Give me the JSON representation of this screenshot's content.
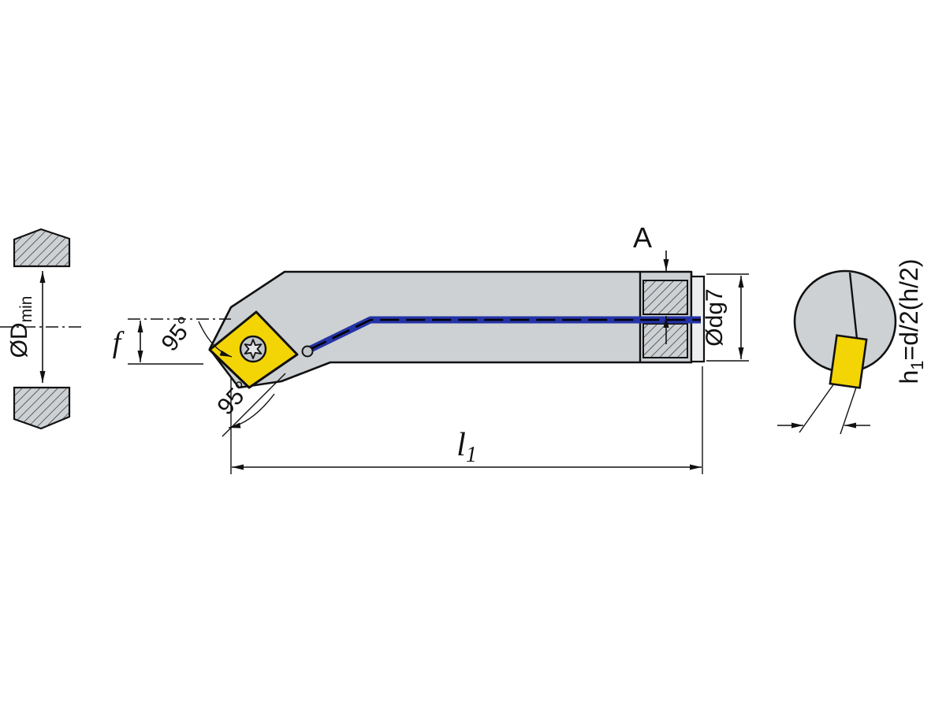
{
  "drawing": {
    "labels": {
      "bore_dia_main": "ØD",
      "bore_dia_sub": "min",
      "offset_f": "f",
      "angle_front": "95°",
      "angle_side": "95°",
      "detail_a": "A",
      "shank_dia": "Ødg7",
      "length_main": "l",
      "length_sub": "1",
      "height_main": "h",
      "height_sub": "1",
      "height_rest": "=d/2(h/2)"
    },
    "colors": {
      "body": "#cdd1d4",
      "insert": "#f3d505",
      "coolant": "#2433a5",
      "endcap": "#eceeef",
      "screw": "#c3c7ca",
      "star": "#e3e5e7"
    }
  }
}
